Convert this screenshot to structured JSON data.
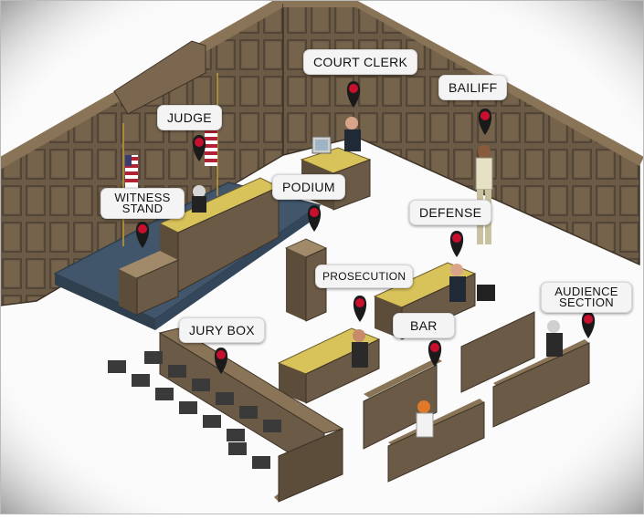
{
  "labels": {
    "court_clerk": "COURT CLERK",
    "bailiff": "BAILIFF",
    "judge": "JUDGE",
    "witness_stand_l1": "WITNESS",
    "witness_stand_l2": "STAND",
    "podium": "PODIUM",
    "defense": "DEFENSE",
    "prosecution": "PROSECUTION",
    "audience_l1": "AUDIENCE",
    "audience_l2": "SECTION",
    "bar": "BAR",
    "jury_box": "JURY BOX"
  },
  "colors": {
    "wood": "#6b5a45",
    "wood_dark": "#4c3f30",
    "wood_light": "#8a7458",
    "platform": "#41566a",
    "desk_top": "#d8c25a",
    "pin": "#c8102e"
  },
  "icons": [
    "map-pin-icon",
    "us-flag-icon",
    "computer-monitor-icon"
  ]
}
